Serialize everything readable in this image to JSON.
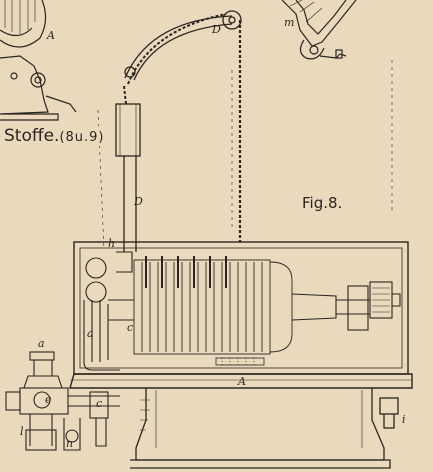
{
  "caption": {
    "word": "Stoffe.",
    "note": "(8u.9)"
  },
  "figure_label": "Fig.8.",
  "labels": {
    "A_top": "A",
    "m": "m",
    "D_chain": "D",
    "D_column": "D",
    "h": "h",
    "a_left": "a",
    "c": "c",
    "A_base": "A",
    "a_valve": "a",
    "e": "e",
    "l": "l",
    "n": "n",
    "c_valve": "c",
    "i": "i"
  },
  "colors": {
    "paper": "#ead9bd",
    "ink": "#2b2520"
  }
}
